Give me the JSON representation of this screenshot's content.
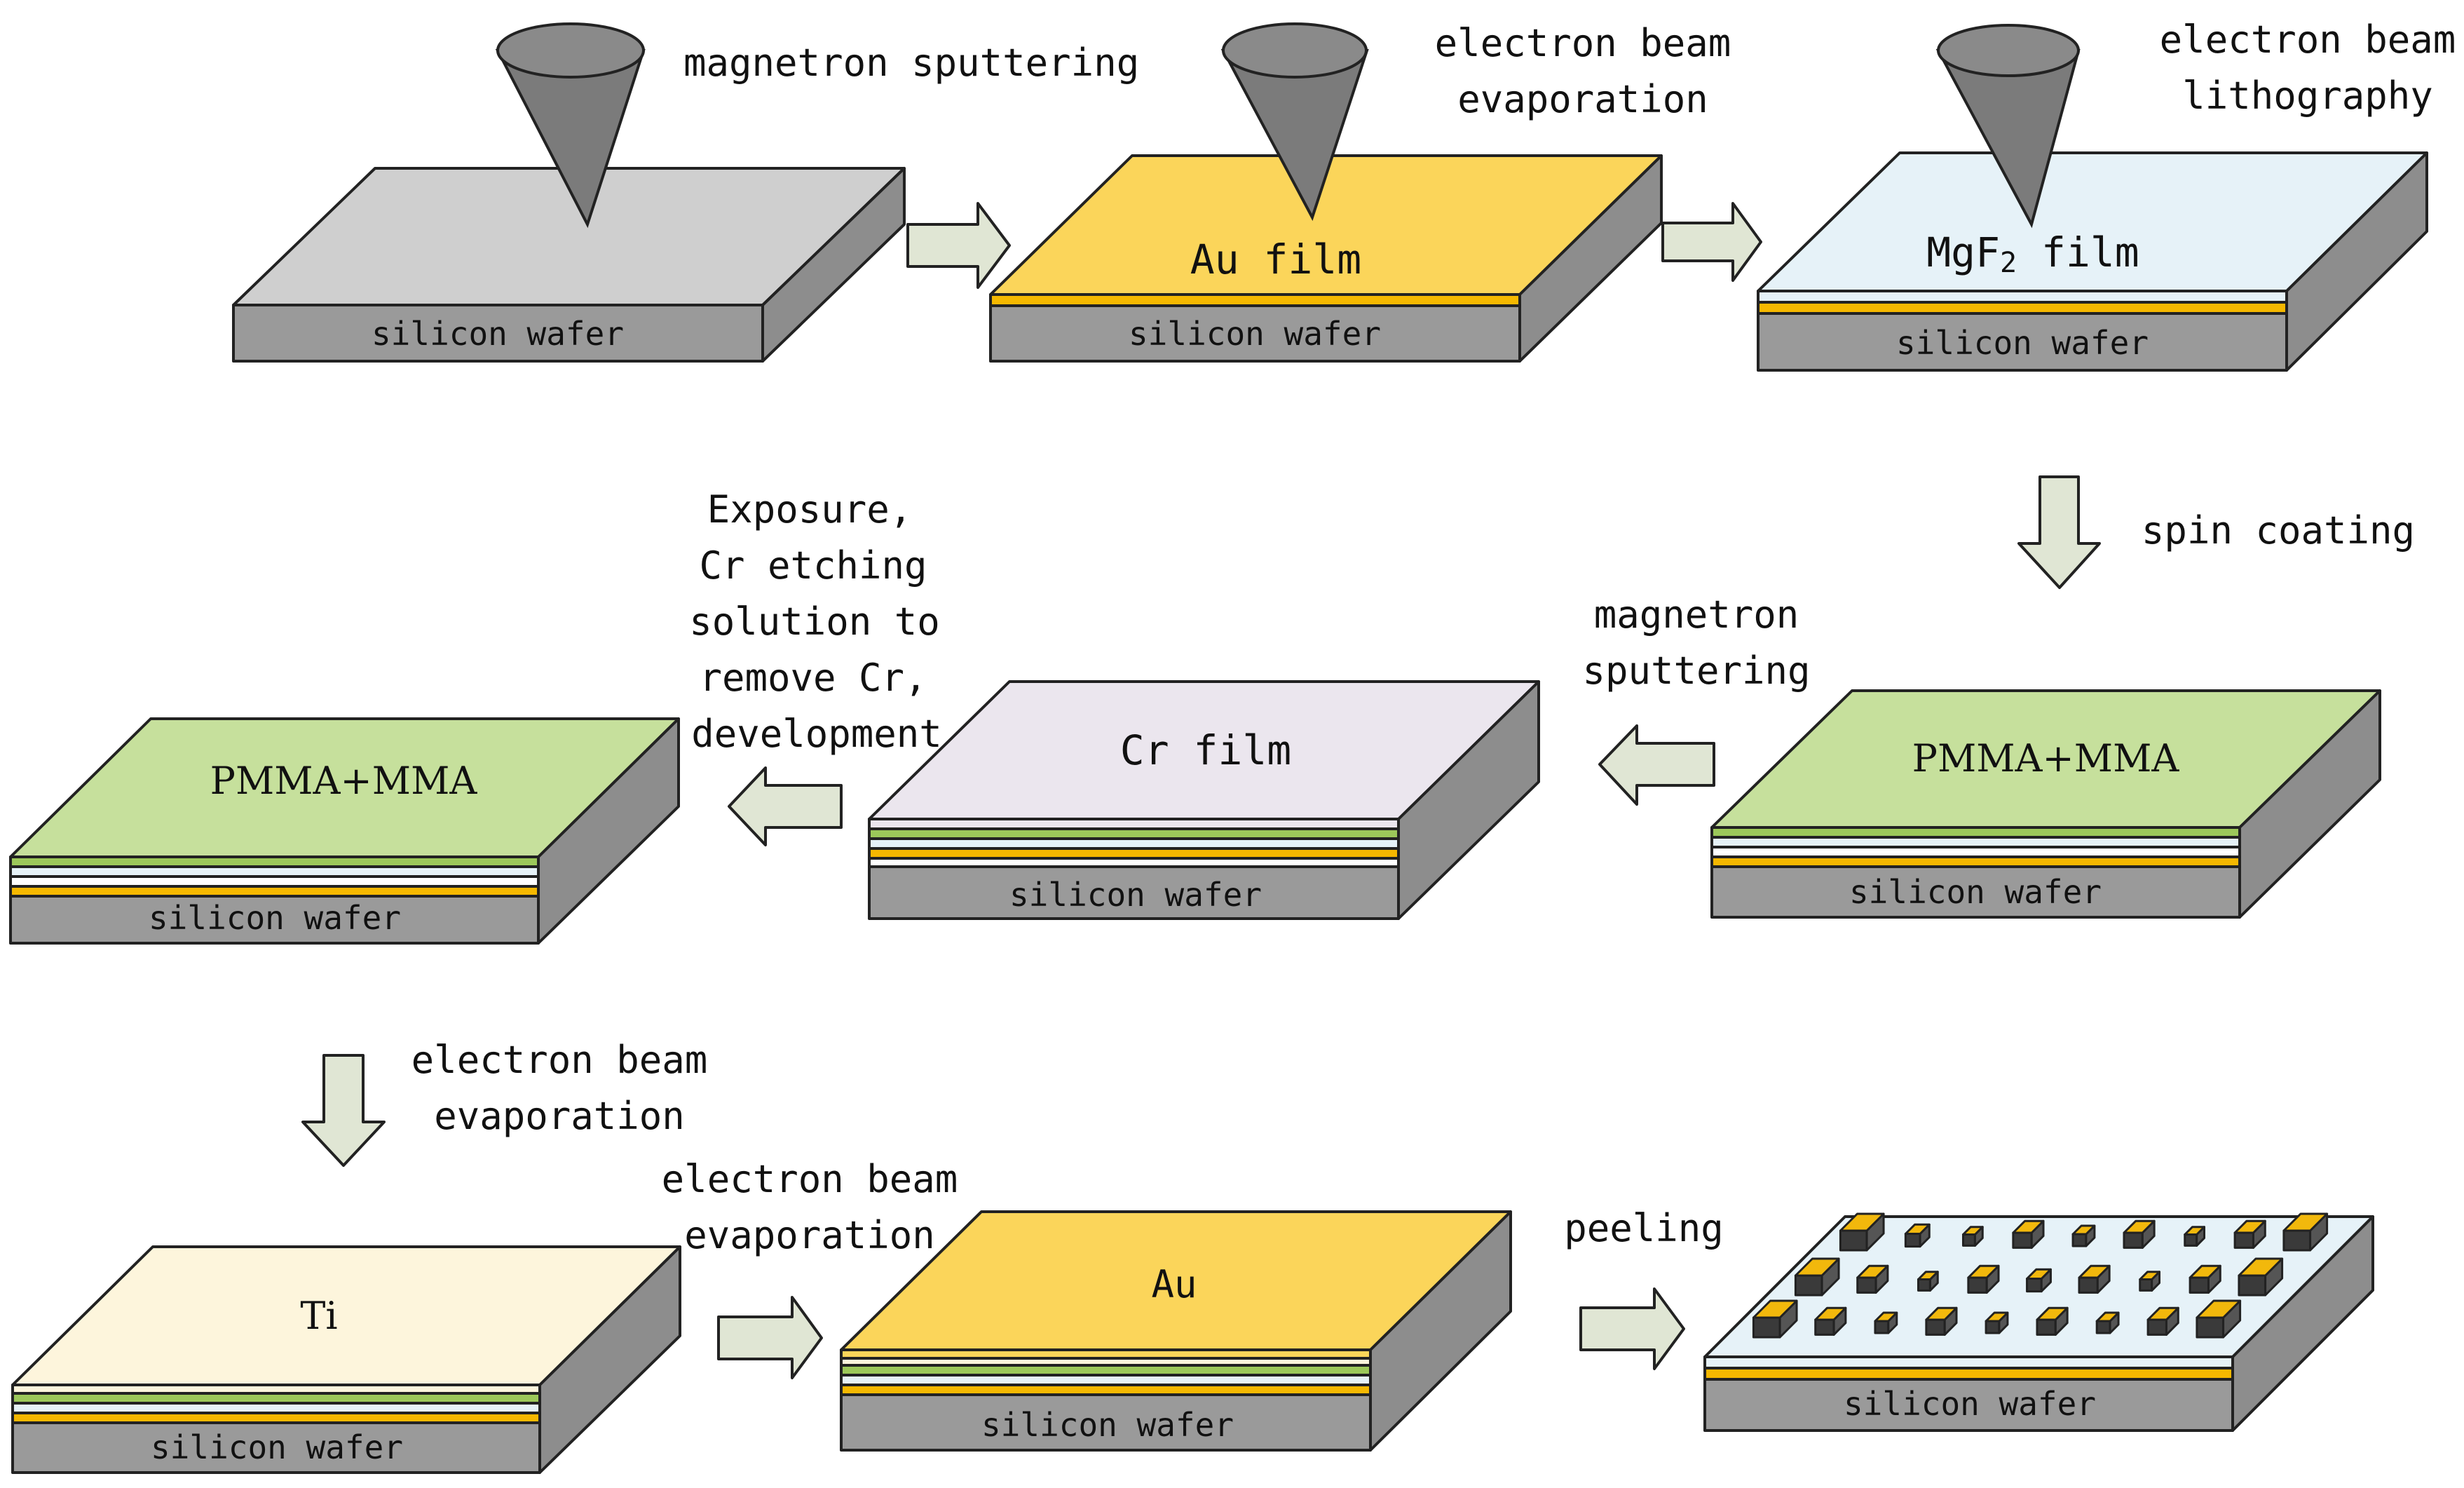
{
  "labels": {
    "step1_process": "magnetron sputtering",
    "step2_process_l1": "electron beam",
    "step2_process_l2": "evaporation",
    "step3_process_l1": "electron beam",
    "step3_process_l2": "lithography",
    "step4_process": "spin coating",
    "step5_process_l1": "magnetron",
    "step5_process_l2": "sputtering",
    "step6_process_l1": "Exposure,",
    "step6_process_l2": "Cr etching",
    "step6_process_l3": "solution to",
    "step6_process_l4": "remove Cr,",
    "step6_process_l5": "development",
    "step7_process_l1": "electron beam",
    "step7_process_l2": "evaporation",
    "step8_process_l1": "electron beam",
    "step8_process_l2": "evaporation",
    "step9_process": "peeling"
  },
  "wafers": {
    "w1": {
      "base": "silicon wafer"
    },
    "w2": {
      "base": "silicon wafer",
      "top": "Au film"
    },
    "w3": {
      "base": "silicon wafer",
      "top": "MgF",
      "top_sub": "2",
      "top_suffix": " film"
    },
    "w4": {
      "base": "silicon wafer",
      "top": "PMMA+MMA"
    },
    "w5": {
      "base": "silicon wafer",
      "top": "Cr film"
    },
    "w6": {
      "base": "silicon wafer",
      "top": "PMMA+MMA"
    },
    "w7": {
      "base": "silicon wafer",
      "top": "Ti"
    },
    "w8": {
      "base": "silicon wafer",
      "top": "Au"
    },
    "w9": {
      "base": "silicon wafer"
    }
  },
  "colors": {
    "silicon": "#9a9a9a",
    "gold": "#fbd55a",
    "gold_stripe": "#f5b800",
    "mgf2": "#e6f2f8",
    "pmma": "#c6e09c",
    "cr": "#ebe6ee",
    "ti": "#fdf5dc",
    "arrow": "#e0e6d4",
    "cone": "#7b7b7b"
  }
}
